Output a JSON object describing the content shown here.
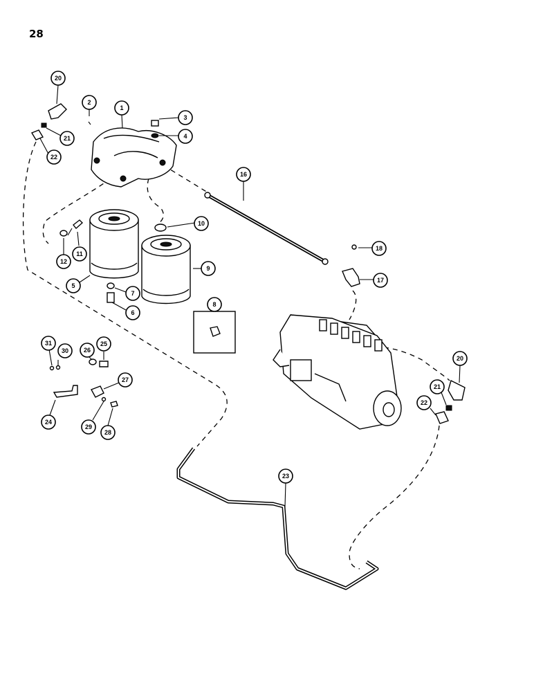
{
  "page": {
    "number": "28"
  },
  "callouts": {
    "c1": "1",
    "c2": "2",
    "c3": "3",
    "c4": "4",
    "c5": "5",
    "c6": "6",
    "c7": "7",
    "c8": "8",
    "c9": "9",
    "c10": "10",
    "c11": "11",
    "c12": "12",
    "c16": "16",
    "c17": "17",
    "c18": "18",
    "c20a": "20",
    "c21a": "21",
    "c22a": "22",
    "c20b": "20",
    "c21b": "21",
    "c22b": "22",
    "c23": "23",
    "c24": "24",
    "c25": "25",
    "c26": "26",
    "c27": "27",
    "c28": "28",
    "c29": "29",
    "c30": "30",
    "c31": "31"
  }
}
